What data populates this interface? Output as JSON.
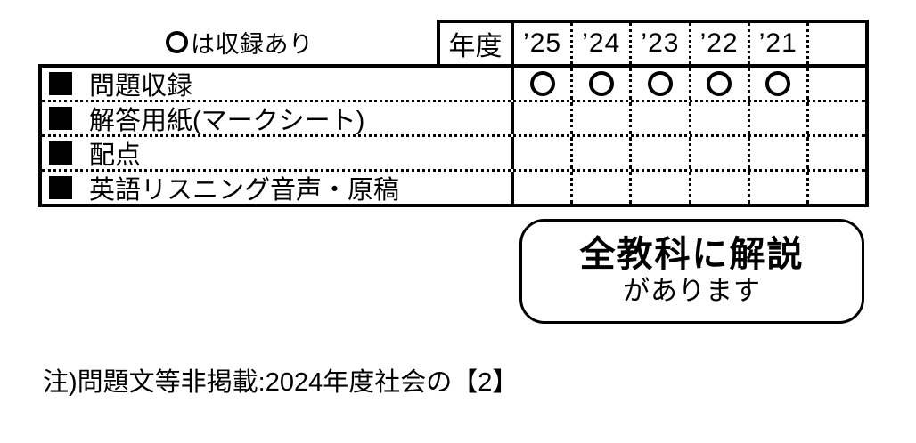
{
  "colors": {
    "ink": "#000000",
    "background": "#ffffff"
  },
  "legend": {
    "mark": "〇",
    "icon": "circle-mark-icon",
    "text": "は収録あり"
  },
  "table": {
    "mark": "〇",
    "header": {
      "year_label": "年度",
      "years": [
        "’25",
        "’24",
        "’23",
        "’22",
        "’21",
        ""
      ]
    },
    "rows": [
      {
        "icon": "black-square-icon",
        "label": "問題収録",
        "values": [
          true,
          true,
          true,
          true,
          true,
          false
        ]
      },
      {
        "icon": "black-square-icon",
        "label": "解答用紙(マークシート)",
        "values": [
          false,
          false,
          false,
          false,
          false,
          false
        ]
      },
      {
        "icon": "black-square-icon",
        "label": "配点",
        "values": [
          false,
          false,
          false,
          false,
          false,
          false
        ]
      },
      {
        "icon": "black-square-icon",
        "label": "英語リスニング音声・原稿",
        "values": [
          false,
          false,
          false,
          false,
          false,
          false
        ]
      }
    ]
  },
  "callout": {
    "line1": "全教科に解説",
    "line2": "があります"
  },
  "note": "注)問題文等非掲載:2024年度社会の【2】"
}
